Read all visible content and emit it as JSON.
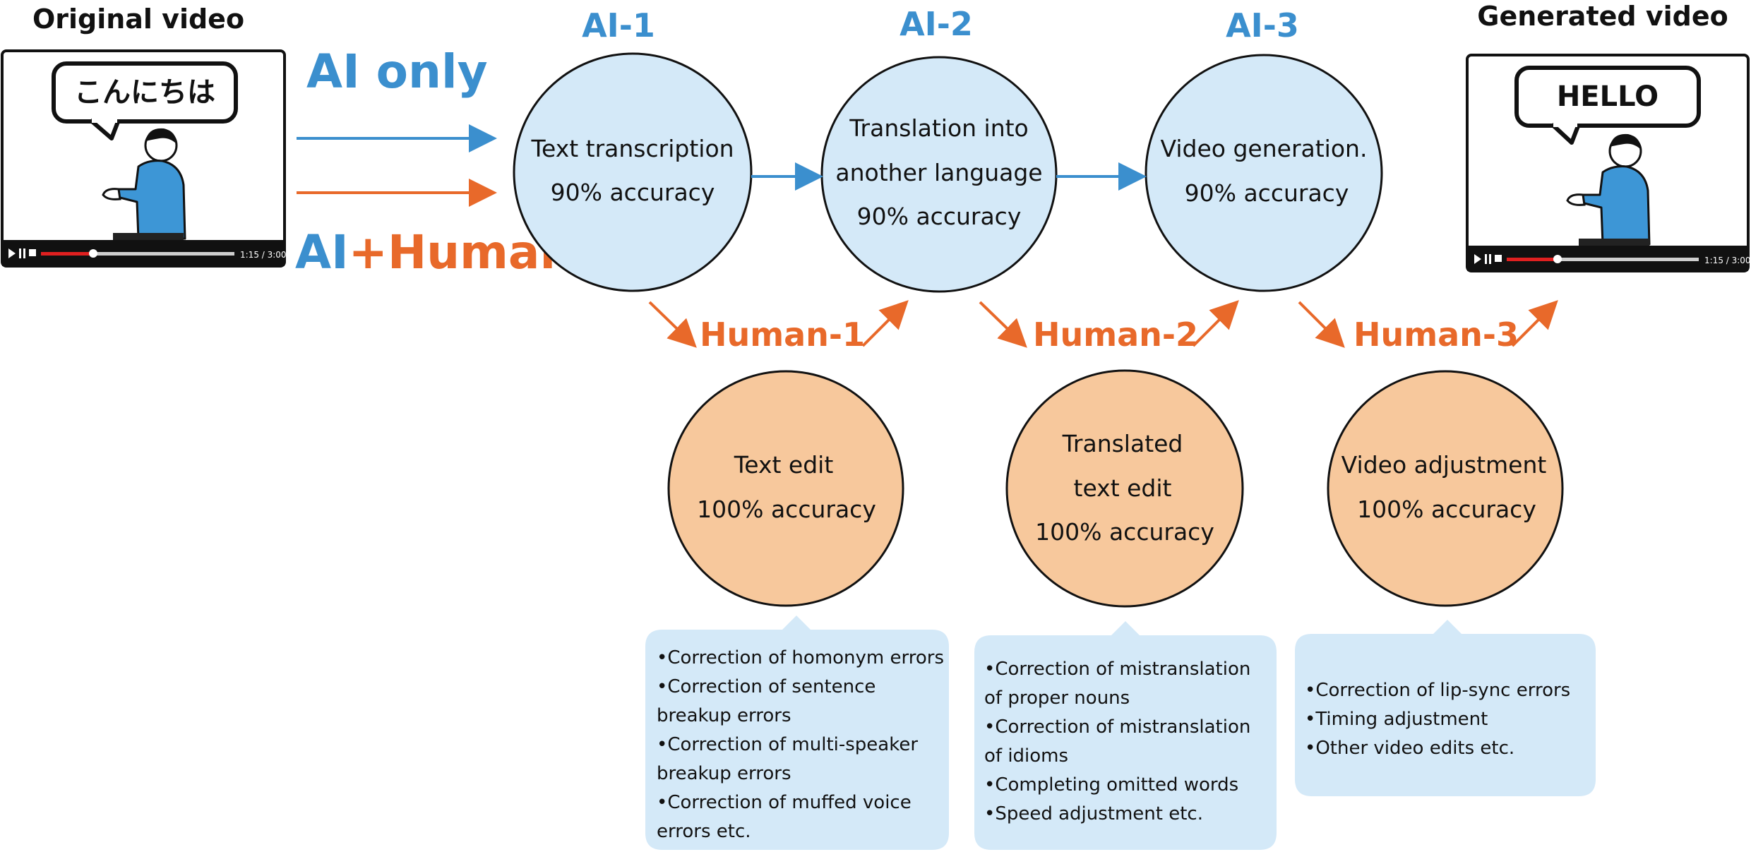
{
  "original_video": {
    "title": "Original video",
    "speech": "こんにちは",
    "time": "1:15 / 3:00"
  },
  "generated_video": {
    "title": "Generated video",
    "speech": "HELLO",
    "time": "1:15 / 3:00"
  },
  "legend": {
    "ai_only": "AI only",
    "ai_part": "AI",
    "plus_human": "+Human"
  },
  "ai_steps": [
    {
      "label": "AI-1",
      "line1": "Text transcription",
      "line2": "90% accuracy"
    },
    {
      "label": "AI-2",
      "line1": "Translation into",
      "line2": "another language",
      "line3": "90% accuracy"
    },
    {
      "label": "AI-3",
      "line1": "Video generation.",
      "line2": "90% accuracy"
    }
  ],
  "human_steps": [
    {
      "label": "Human-1",
      "line1": "Text edit",
      "line2": "100% accuracy"
    },
    {
      "label": "Human-2",
      "line1": "Translated",
      "line2": "text edit",
      "line3": "100% accuracy"
    },
    {
      "label": "Human-3",
      "line1": "Video adjustment",
      "line2": "100% accuracy"
    }
  ],
  "notes": [
    {
      "lines": [
        "•Correction of homonym errors",
        "•Correction of sentence",
        "breakup errors",
        "•Correction of multi-speaker",
        "breakup errors",
        "•Correction of muffed voice",
        "errors etc."
      ]
    },
    {
      "lines": [
        "•Correction of mistranslation",
        "of proper nouns",
        "•Correction of mistranslation",
        "of idioms",
        "•Completing omitted words",
        "•Speed adjustment etc."
      ]
    },
    {
      "lines": [
        "•Correction of lip-sync errors",
        "•Timing adjustment",
        "•Other video edits etc."
      ]
    }
  ],
  "colors": {
    "ai_blue": "#3b8fce",
    "human_orange": "#e8692a",
    "ai_circle_fill": "#d4e9f8",
    "human_circle_fill": "#f7c89c",
    "note_fill": "#d4e9f8",
    "shirt_blue": "#3d96d6",
    "progress_red": "#e02020"
  }
}
